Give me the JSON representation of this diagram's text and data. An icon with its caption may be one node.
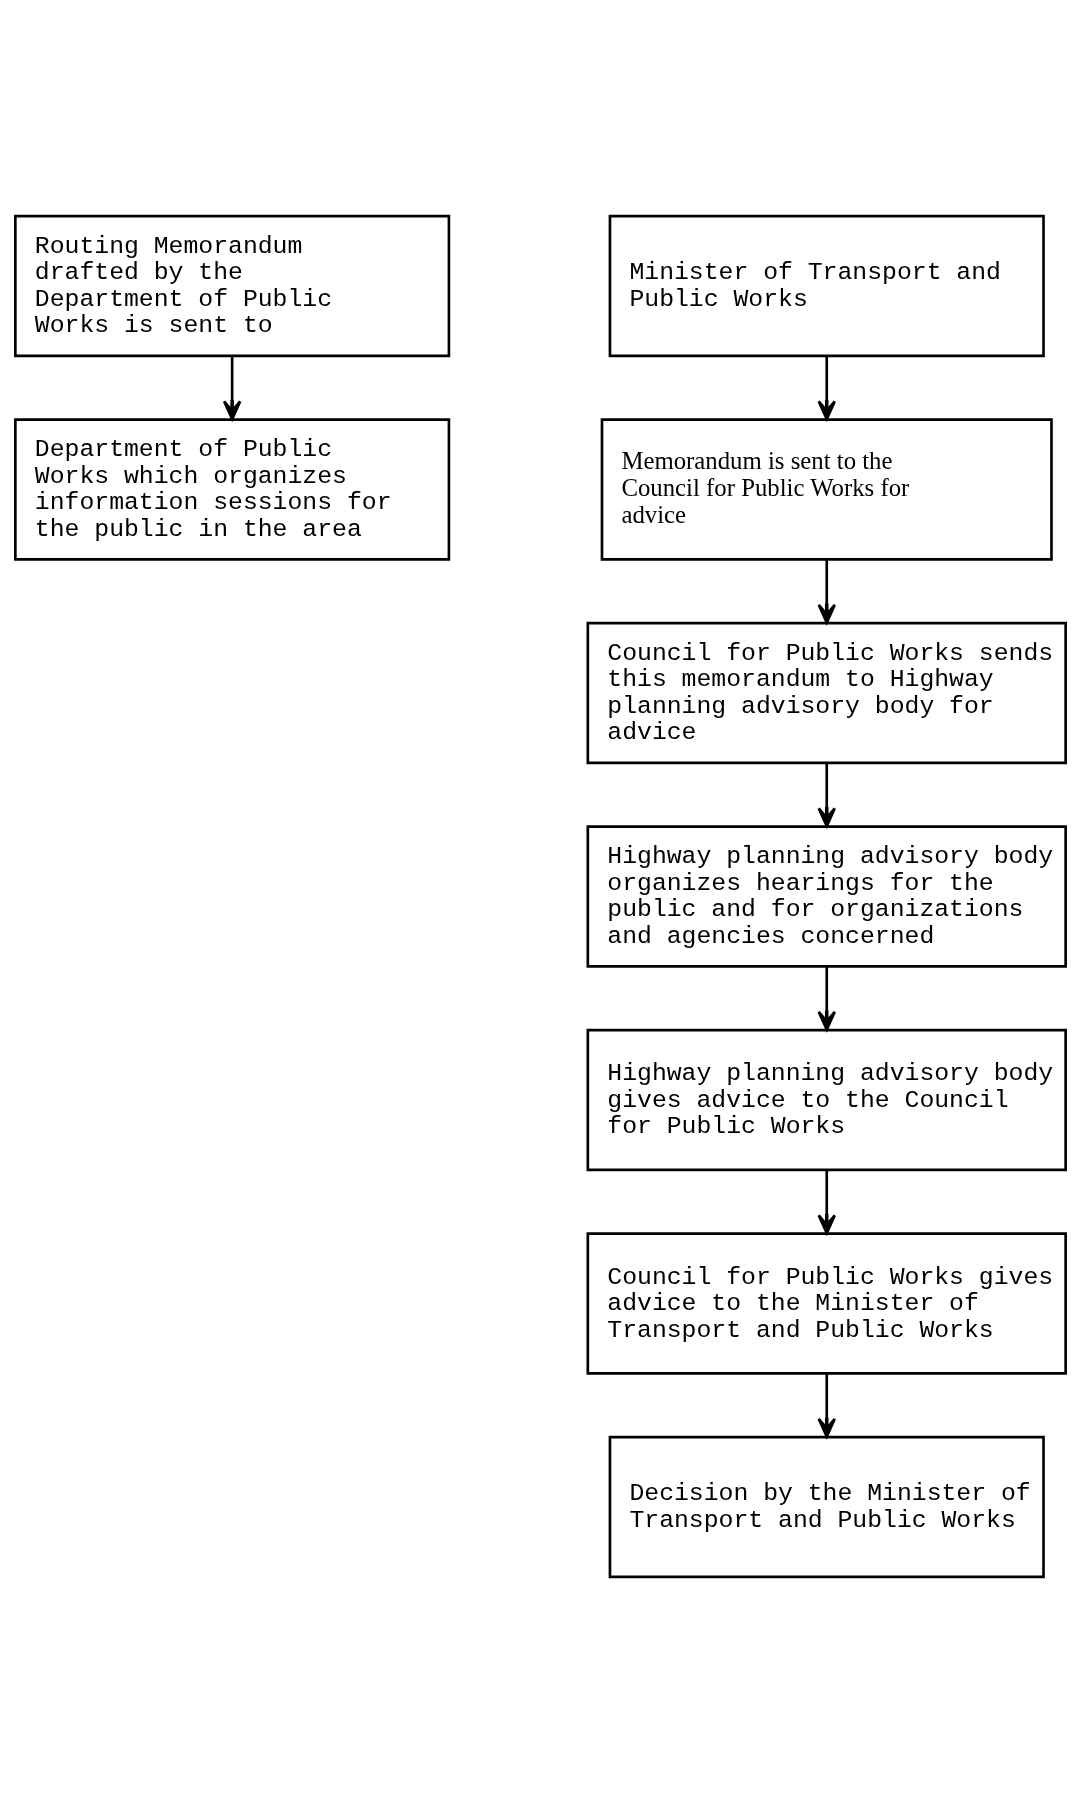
{
  "diagram": {
    "nodes": [
      {
        "text": [
          "Routing Memorandum drafted by the Department of Public Works is sent to"
        ]
      },
      {
        "text": [
          "Department of Public Works which organizes information sessions for the public in the area"
        ]
      },
      {
        "text": [
          "Minister of Transport and Public Works"
        ]
      },
      {
        "text": [
          "Memorandum is sent to the Council for Public Works for advice"
        ]
      },
      {
        "text": [
          "Council for Public Works sends this memorandum to Highway planning advisory body for advice"
        ]
      },
      {
        "text": [
          "Highway planning advisory body organizes hearings for the public and for organizations and agencies concerned"
        ]
      },
      {
        "text": [
          "Highway planning advisory body gives advice to the Council for Public Works"
        ]
      },
      {
        "text": [
          "Council for Public Works gives advice to the Minister of Transport and Public Works"
        ]
      },
      {
        "text": [
          "Decision by the Minister of Transport and Public Works"
        ]
      }
    ],
    "edges": [
      {
        "from": 0,
        "to": 1,
        "arrow": "to"
      },
      {
        "from": 2,
        "to": 3,
        "arrow": "to"
      },
      {
        "from": 3,
        "to": 4,
        "arrow": "to"
      },
      {
        "from": 4,
        "to": 5,
        "arrow": "to"
      },
      {
        "from": 5,
        "to": 6,
        "arrow": "to"
      },
      {
        "from": 6,
        "to": 7,
        "arrow": "to"
      },
      {
        "from": 7,
        "to": 8,
        "arrow": "to"
      }
    ]
  }
}
